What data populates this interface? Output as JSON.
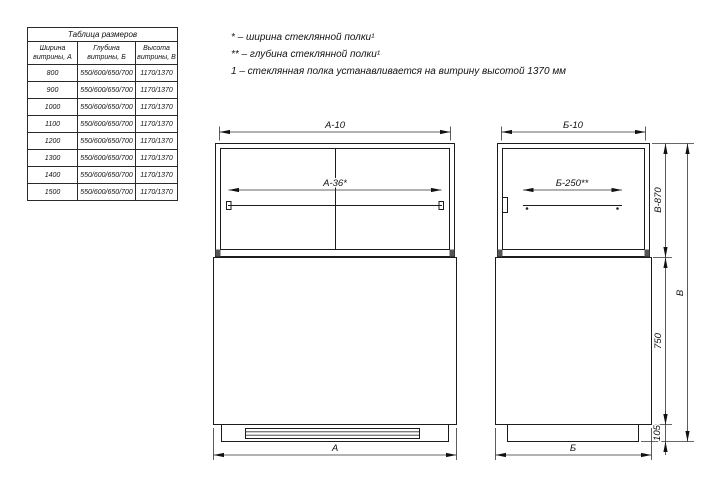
{
  "table": {
    "title": "Таблица размеров",
    "columns": [
      "Ширина витрины, А",
      "Глубина витрины, Б",
      "Высота витрины, В"
    ],
    "rows": [
      [
        "800",
        "550/600/650/700",
        "1170/1370"
      ],
      [
        "900",
        "550/600/650/700",
        "1170/1370"
      ],
      [
        "1000",
        "550/600/650/700",
        "1170/1370"
      ],
      [
        "1100",
        "550/600/650/700",
        "1170/1370"
      ],
      [
        "1200",
        "550/600/650/700",
        "1170/1370"
      ],
      [
        "1300",
        "550/600/650/700",
        "1170/1370"
      ],
      [
        "1400",
        "550/600/650/700",
        "1170/1370"
      ],
      [
        "1500",
        "550/600/650/700",
        "1170/1370"
      ]
    ]
  },
  "notes": [
    "* – ширина стеклянной полки¹",
    "** – глубина стеклянной полки¹",
    "1 – стеклянная полка устанавливается на витрину высотой 1370 мм"
  ],
  "front_view": {
    "dim_top": "А-10",
    "dim_shelf": "А-36*",
    "dim_width": "А"
  },
  "side_view": {
    "dim_top": "Б-10",
    "dim_shelf": "Б-250**",
    "dim_glass_height": "В-870",
    "dim_height": "В",
    "dim_cabinet": "750",
    "dim_base": "105",
    "dim_depth": "Б"
  },
  "colors": {
    "line": "#1c1c1c",
    "dim": "#333333"
  }
}
